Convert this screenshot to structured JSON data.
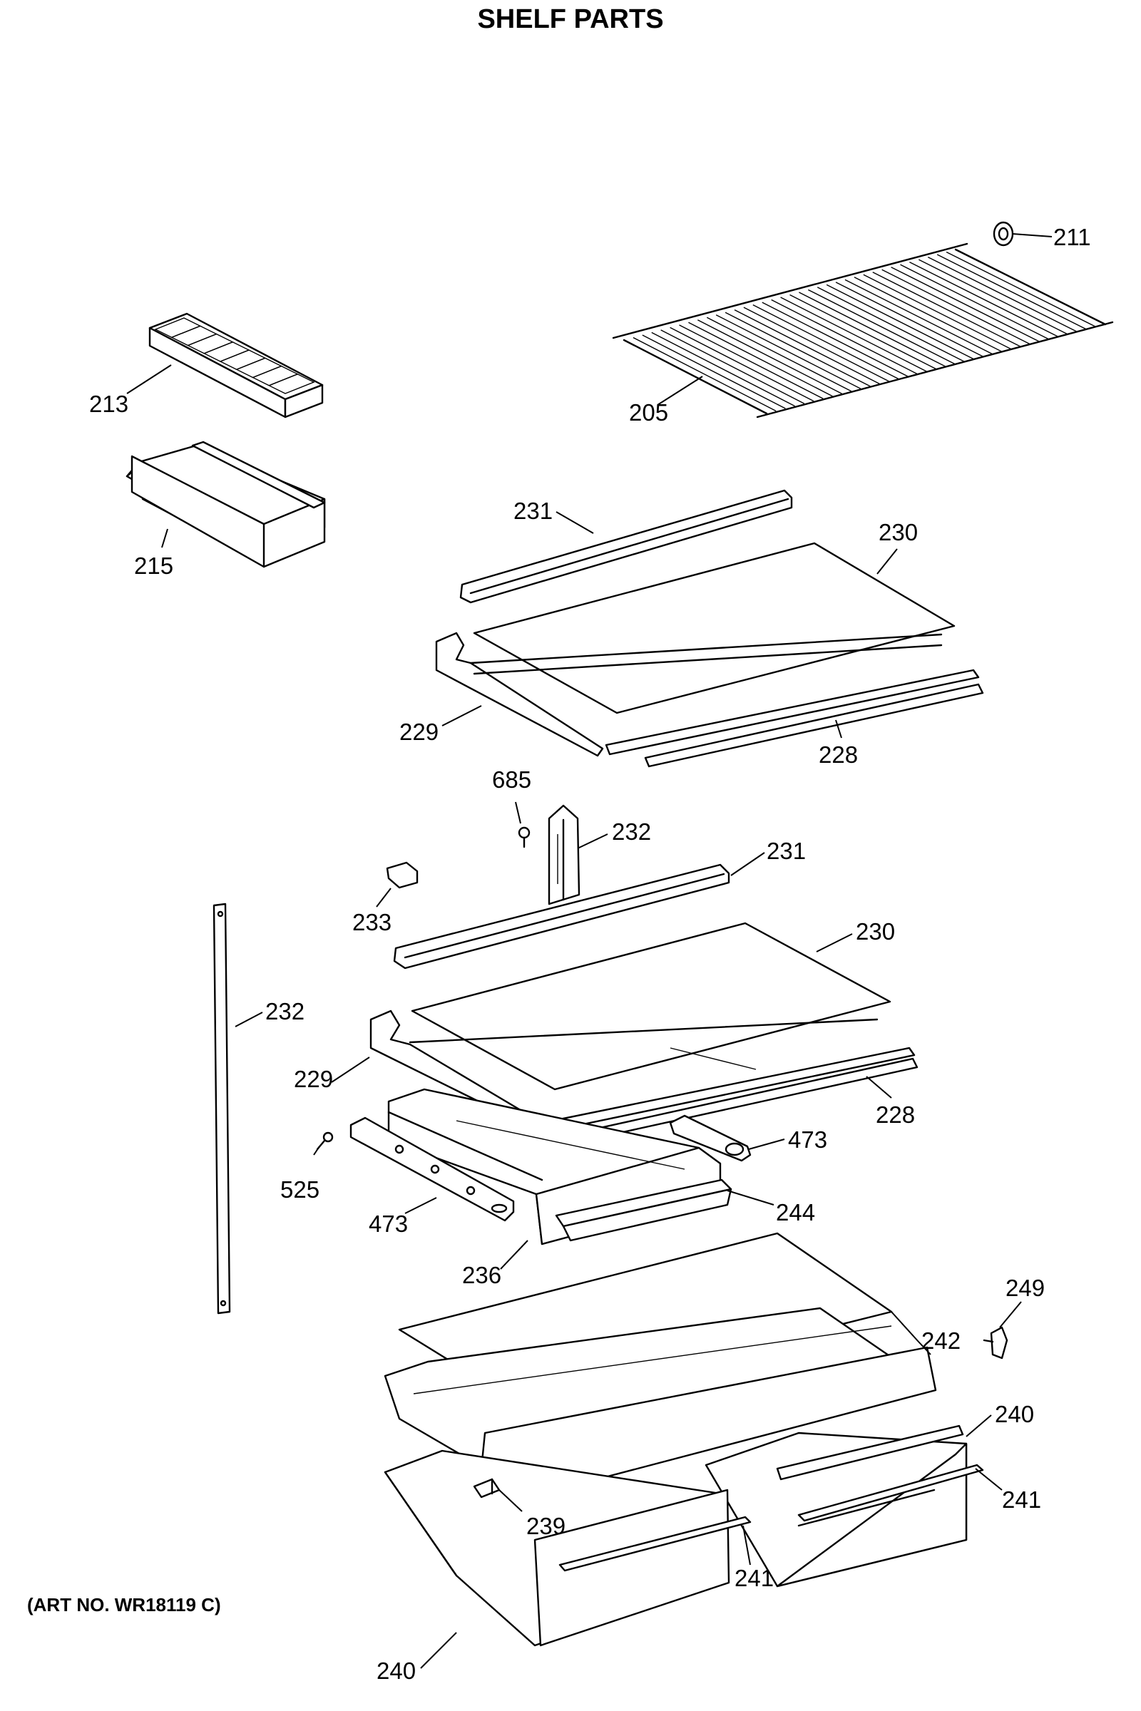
{
  "title": "SHELF PARTS",
  "art_number": "(ART NO. WR18119 C)",
  "callouts": {
    "c211": "211",
    "c213": "213",
    "c205": "205",
    "c215": "215",
    "c231_top": "231",
    "c230_top": "230",
    "c229_top": "229",
    "c228_top": "228",
    "c685": "685",
    "c232_upper": "232",
    "c231_mid": "231",
    "c233": "233",
    "c230_mid": "230",
    "c232_left": "232",
    "c229_mid": "229",
    "c228_mid": "228",
    "c473_right": "473",
    "c525": "525",
    "c244": "244",
    "c473_left": "473",
    "c236": "236",
    "c249": "249",
    "c242": "242",
    "c240_right": "240",
    "c241_right": "241",
    "c239": "239",
    "c241_mid": "241",
    "c240_bottom": "240"
  }
}
